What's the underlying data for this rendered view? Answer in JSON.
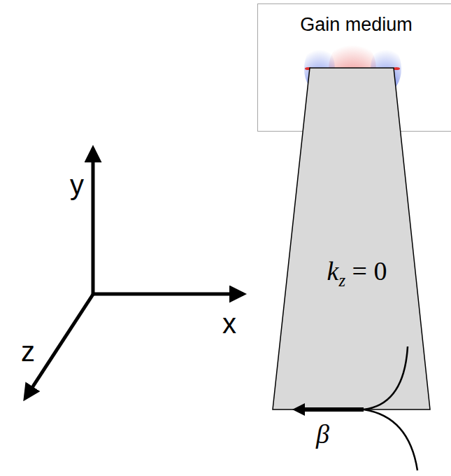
{
  "diagram": {
    "nodes": [
      {
        "text": [
          "Gain medium"
        ]
      },
      {
        "text": [
          "kz = 0"
        ]
      }
    ],
    "labels": [
      "y",
      "x",
      "z",
      "β"
    ]
  }
}
